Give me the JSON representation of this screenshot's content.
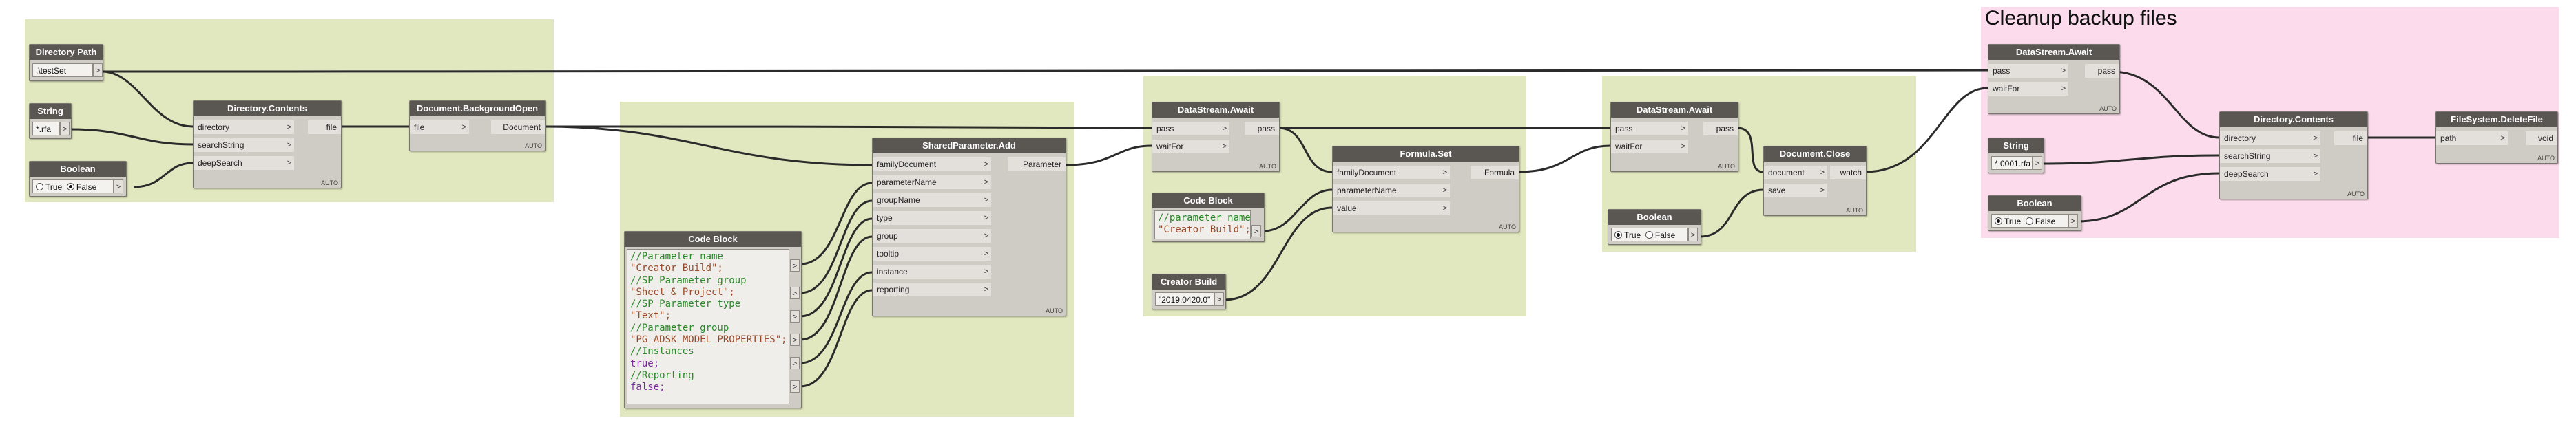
{
  "groups": [
    {
      "id": "g1",
      "title": "",
      "color": "#e1e8bf"
    },
    {
      "id": "g2",
      "title": "",
      "color": "#e1e8bf"
    },
    {
      "id": "g3",
      "title": "",
      "color": "#e1e8bf"
    },
    {
      "id": "g4",
      "title": "",
      "color": "#e1e8bf"
    },
    {
      "id": "g5",
      "title": "Cleanup backup files",
      "color": "#fcdcec"
    }
  ],
  "nodes": {
    "dirpath1": {
      "title": "Directory Path",
      "value": ".\\testSet",
      "out": ">"
    },
    "string1": {
      "title": "String",
      "value": "*.rfa",
      "out": ">"
    },
    "bool1": {
      "title": "Boolean",
      "true_label": "True",
      "false_label": "False",
      "selected": "False",
      "out": ">"
    },
    "dircontents1": {
      "title": "Directory.Contents",
      "inputs": [
        "directory",
        "searchString",
        "deepSearch"
      ],
      "output": "file",
      "lacing": "AUTO"
    },
    "bgopen": {
      "title": "Document.BackgroundOpen",
      "inputs": [
        "file"
      ],
      "output": "Document",
      "lacing": "AUTO"
    },
    "codeblock1": {
      "title": "Code Block",
      "lines": [
        {
          "text": "//Parameter name",
          "kind": "comment"
        },
        {
          "text": "\"Creator Build\";",
          "kind": "string"
        },
        {
          "text": "//SP Parameter group",
          "kind": "comment"
        },
        {
          "text": "\"Sheet & Project\";",
          "kind": "string"
        },
        {
          "text": "//SP Parameter type",
          "kind": "comment"
        },
        {
          "text": "\"Text\";",
          "kind": "string"
        },
        {
          "text": "//Parameter group",
          "kind": "comment"
        },
        {
          "text": "\"PG_ADSK_MODEL_PROPERTIES\";",
          "kind": "string"
        },
        {
          "text": "//Instances",
          "kind": "comment"
        },
        {
          "text": "true;",
          "kind": "keyword"
        },
        {
          "text": "//Reporting",
          "kind": "comment"
        },
        {
          "text": "false;",
          "kind": "keyword"
        }
      ]
    },
    "spadd": {
      "title": "SharedParameter.Add",
      "inputs": [
        "familyDocument",
        "parameterName",
        "groupName",
        "type",
        "group",
        "tooltip",
        "instance",
        "reporting"
      ],
      "output": "Parameter",
      "lacing": "AUTO"
    },
    "await1": {
      "title": "DataStream.Await",
      "inputs": [
        "pass",
        "waitFor"
      ],
      "output": "pass",
      "lacing": "AUTO"
    },
    "codeblock2": {
      "title": "Code Block",
      "lines": [
        {
          "text": "//parameter name",
          "kind": "comment"
        },
        {
          "text": "\"Creator Build\";",
          "kind": "string"
        }
      ]
    },
    "creatorbuild": {
      "title": "Creator Build",
      "value": "\"2019.0420.0\"",
      "out": ">"
    },
    "formulaset": {
      "title": "Formula.Set",
      "inputs": [
        "familyDocument",
        "parameterName",
        "value"
      ],
      "output": "Formula",
      "lacing": "AUTO"
    },
    "await2": {
      "title": "DataStream.Await",
      "inputs": [
        "pass",
        "waitFor"
      ],
      "output": "pass",
      "lacing": "AUTO"
    },
    "bool2": {
      "title": "Boolean",
      "true_label": "True",
      "false_label": "False",
      "selected": "True",
      "out": ">"
    },
    "docclose": {
      "title": "Document.Close",
      "inputs": [
        "document",
        "save"
      ],
      "output": "watch",
      "lacing": "AUTO"
    },
    "await3": {
      "title": "DataStream.Await",
      "inputs": [
        "pass",
        "waitFor"
      ],
      "output": "pass",
      "lacing": "AUTO"
    },
    "string2": {
      "title": "String",
      "value": "*.0001.rfa",
      "out": ">"
    },
    "bool3": {
      "title": "Boolean",
      "true_label": "True",
      "false_label": "False",
      "selected": "True",
      "out": ">"
    },
    "dircontents2": {
      "title": "Directory.Contents",
      "inputs": [
        "directory",
        "searchString",
        "deepSearch"
      ],
      "output": "file",
      "lacing": "AUTO"
    },
    "deletefile": {
      "title": "FileSystem.DeleteFile",
      "inputs": [
        "path"
      ],
      "output": "void",
      "lacing": "AUTO"
    }
  },
  "wire_color": "#2b2b2b"
}
